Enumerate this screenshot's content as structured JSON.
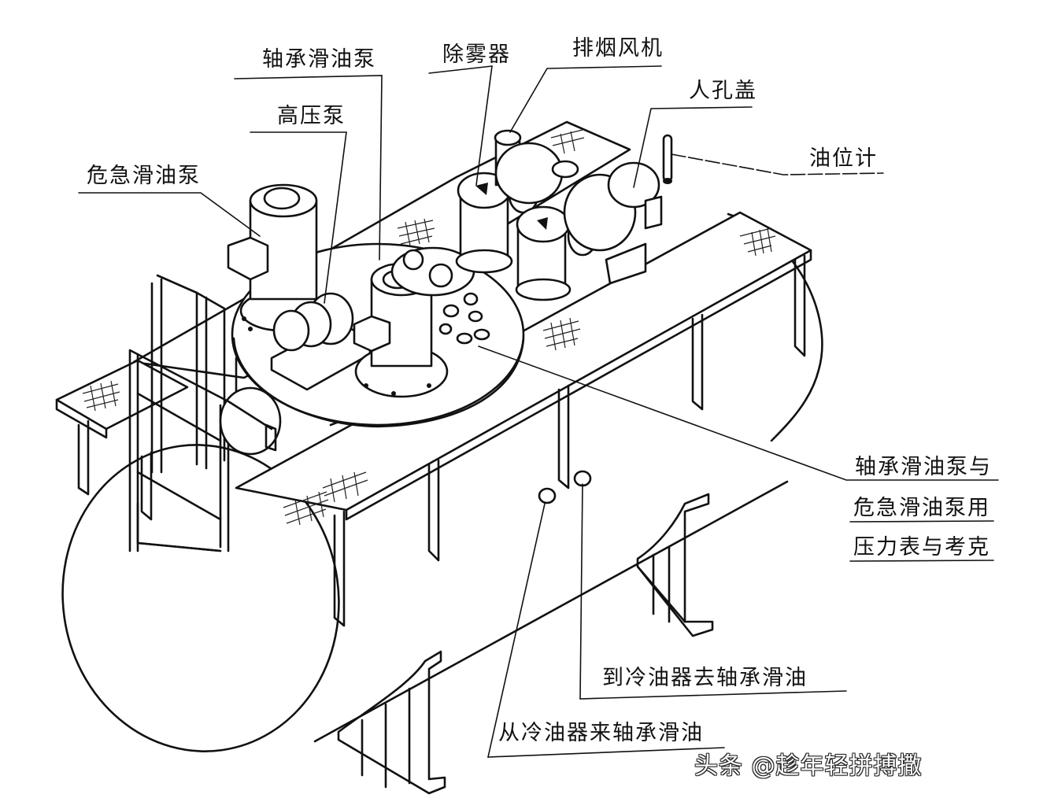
{
  "diagram": {
    "subject": "Lubricating oil tank with pumps (isometric line drawing)",
    "labels": {
      "bearing_lube_pump": "轴承滑油泵",
      "mist_eliminator": "除雾器",
      "exhaust_fan": "排烟风机",
      "high_pressure_pump": "高压泵",
      "manhole_cover": "人孔盖",
      "emergency_lube_pump": "危急滑油泵",
      "oil_level_gauge": "油位计",
      "pressure_gauge_line1": "轴承滑油泵与",
      "pressure_gauge_line2": "危急滑油泵用",
      "pressure_gauge_line3": "压力表与考克",
      "to_cooler": "到冷油器去轴承滑油",
      "from_cooler": "从冷油器来轴承滑油"
    },
    "watermark": "头条 @趁年轻拼搏撒"
  }
}
